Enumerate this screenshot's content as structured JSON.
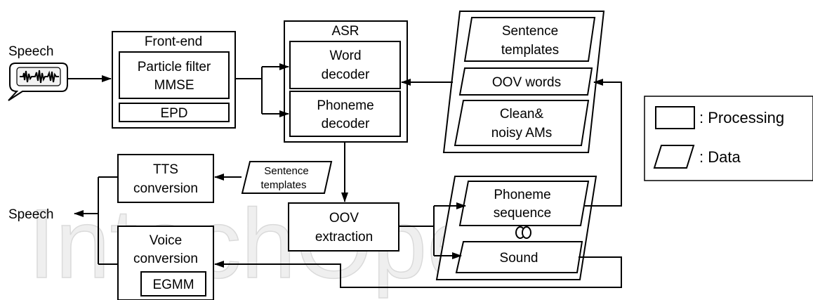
{
  "input_label": "Speech",
  "output_label": "Speech",
  "frontend": {
    "title": "Front-end",
    "filter_line1": "Particle filter",
    "filter_line2": "MMSE",
    "epd": "EPD"
  },
  "asr": {
    "title": "ASR",
    "word_line1": "Word",
    "word_line2": "decoder",
    "phoneme_line1": "Phoneme",
    "phoneme_line2": "decoder"
  },
  "data_store": {
    "sentence_line1": "Sentence",
    "sentence_line2": "templates",
    "oov_words": "OOV words",
    "am_line1": "Clean&",
    "am_line2": "noisy AMs"
  },
  "tts": {
    "line1": "TTS",
    "line2": "conversion",
    "template_line1": "Sentence",
    "template_line2": "templates"
  },
  "oov_extraction": {
    "line1": "OOV",
    "line2": "extraction"
  },
  "sequence": {
    "phoneme_line1": "Phoneme",
    "phoneme_line2": "sequence",
    "sound": "Sound"
  },
  "voice": {
    "line1": "Voice",
    "line2": "conversion",
    "egmm": "EGMM"
  },
  "legend": {
    "processing": ": Processing",
    "data": ": Data"
  },
  "watermark": "IntechOpen",
  "colors": {
    "stroke": "#000000",
    "waveform_fill": "#f2f2f2",
    "watermark": "#dadada"
  }
}
